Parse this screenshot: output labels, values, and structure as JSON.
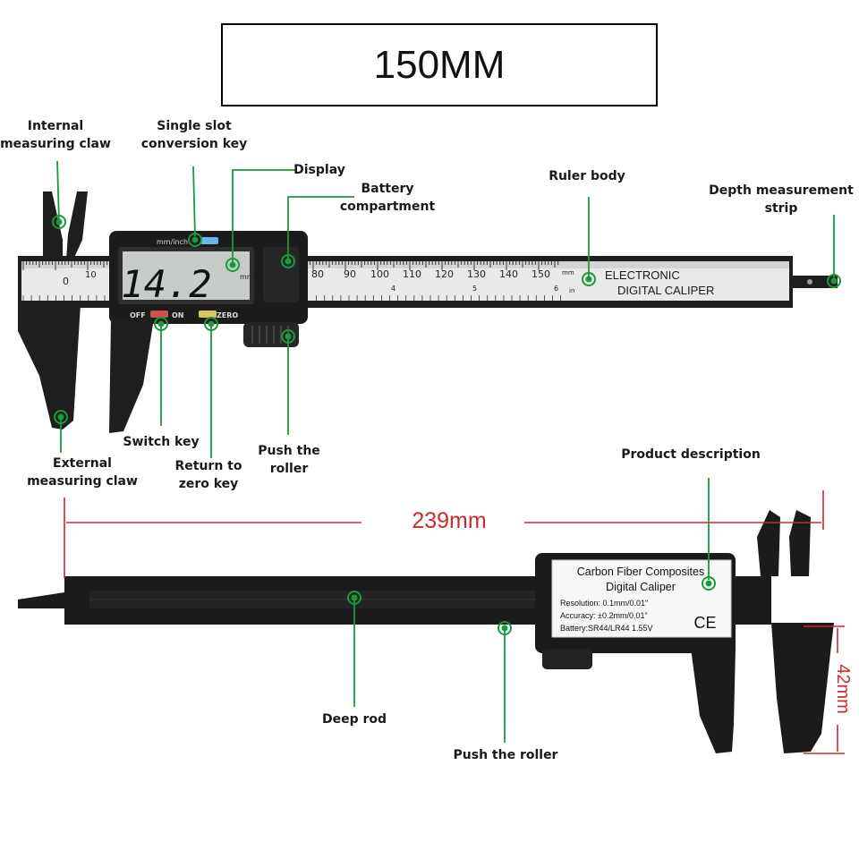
{
  "title": "150MM",
  "labels": {
    "internal_claw": [
      "Internal",
      "measuring claw"
    ],
    "single_slot": [
      "Single slot",
      "conversion key"
    ],
    "display": [
      "Display"
    ],
    "battery": [
      "Battery",
      "compartment"
    ],
    "ruler_body": [
      "Ruler body"
    ],
    "depth_strip": [
      "Depth measurement",
      "strip"
    ],
    "switch_key": [
      "Switch key"
    ],
    "external_claw": [
      "External",
      "measuring claw"
    ],
    "return_zero": [
      "Return to",
      "zero key"
    ],
    "push_roller_top": [
      "Push the",
      "roller"
    ],
    "product_desc": [
      "Product description"
    ],
    "deep_rod": [
      "Deep rod"
    ],
    "push_roller_bottom": [
      "Push the roller"
    ]
  },
  "caliper_top": {
    "lcd_reading": "14.2",
    "lcd_unit": "mm",
    "unit_key": "mm/inch",
    "off": "OFF",
    "on": "ON",
    "zero": "ZERO",
    "scale_mm": [
      "0",
      "10",
      "80",
      "90",
      "100",
      "110",
      "120",
      "130",
      "140",
      "150"
    ],
    "scale_unit_mm": "mm",
    "scale_unit_in": "in",
    "inch_marks": [
      "4",
      "5",
      "6"
    ],
    "brand_line1": "ELECTRONIC",
    "brand_line2": "DIGITAL CALIPER"
  },
  "caliper_bottom": {
    "length": "239mm",
    "height": "42mm",
    "desc_title1": "Carbon Fiber Composites",
    "desc_title2": "Digital Caliper",
    "resolution": "Resolution: 0.1mm/0.01\"",
    "accuracy": "Accuracy: ±0.2mm/0.01\"",
    "battery": "Battery:SR44/LR44 1.55V",
    "mark": "CE"
  },
  "colors": {
    "accent_green": "#1a9a3a",
    "dimension_red": "#cc2b2b",
    "body_black": "#1b1b1b"
  }
}
